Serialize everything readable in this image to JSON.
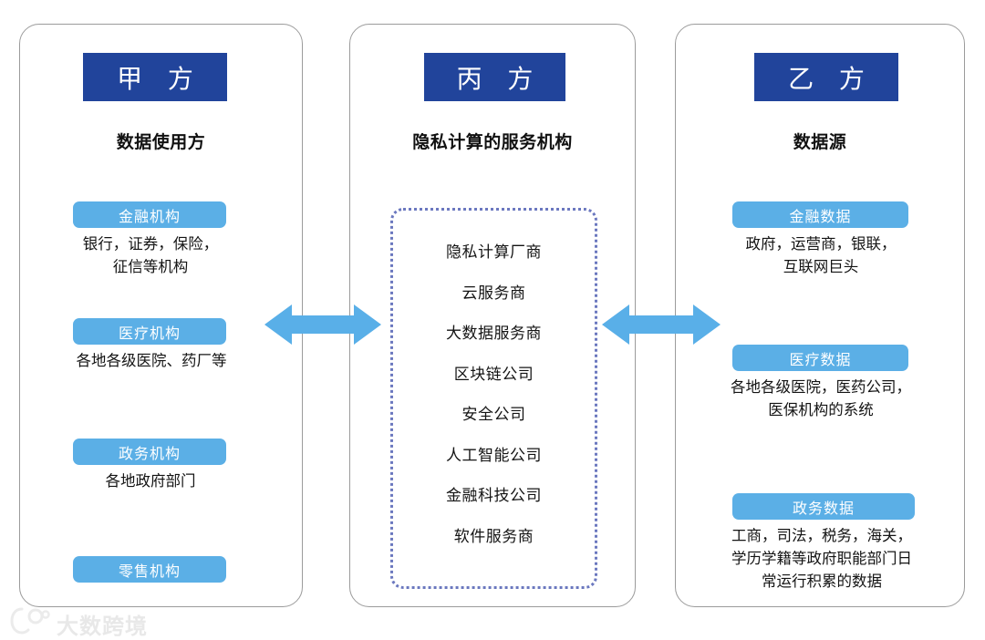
{
  "diagram": {
    "columns": [
      {
        "id": "party-jia",
        "banner": "甲 方",
        "subtitle": "数据使用方",
        "blocks": [
          {
            "pill": "金融机构",
            "desc": "银行，证券，保险，\n征信等机构"
          },
          {
            "pill": "医疗机构",
            "desc": "各地各级医院、药厂等"
          },
          {
            "pill": "政务机构",
            "desc": "各地政府部门"
          },
          {
            "pill": "零售机构",
            "desc": ""
          }
        ]
      },
      {
        "id": "party-bing",
        "banner": "丙 方",
        "subtitle": "隐私计算的服务机构",
        "services": [
          "隐私计算厂商",
          "云服务商",
          "大数据服务商",
          "区块链公司",
          "安全公司",
          "人工智能公司",
          "金融科技公司",
          "软件服务商"
        ]
      },
      {
        "id": "party-yi",
        "banner": "乙 方",
        "subtitle": "数据源",
        "blocks": [
          {
            "pill": "金融数据",
            "desc": "政府，运营商，银联，\n互联网巨头"
          },
          {
            "pill": "医疗数据",
            "desc": "各地各级医院，医药公司，\n医保机构的系统"
          },
          {
            "pill": "政务数据",
            "desc": "工商，司法，税务，海关，\n学历学籍等政府职能部门日\n常运行积累的数据"
          }
        ]
      }
    ],
    "connectors": [
      {
        "id": "connector-jia-bing",
        "type": "double-arrow"
      },
      {
        "id": "connector-bing-yi",
        "type": "double-arrow"
      }
    ],
    "watermark": {
      "text": "大数跨境",
      "icon": "logo-mark"
    },
    "colors": {
      "banner_blue": "#21449B",
      "pill_blue": "#5BAFE6",
      "arrow_blue": "#59AFE8",
      "dotted_border": "#6B78BF",
      "card_border": "#9B9B9B",
      "text": "#141414"
    }
  }
}
